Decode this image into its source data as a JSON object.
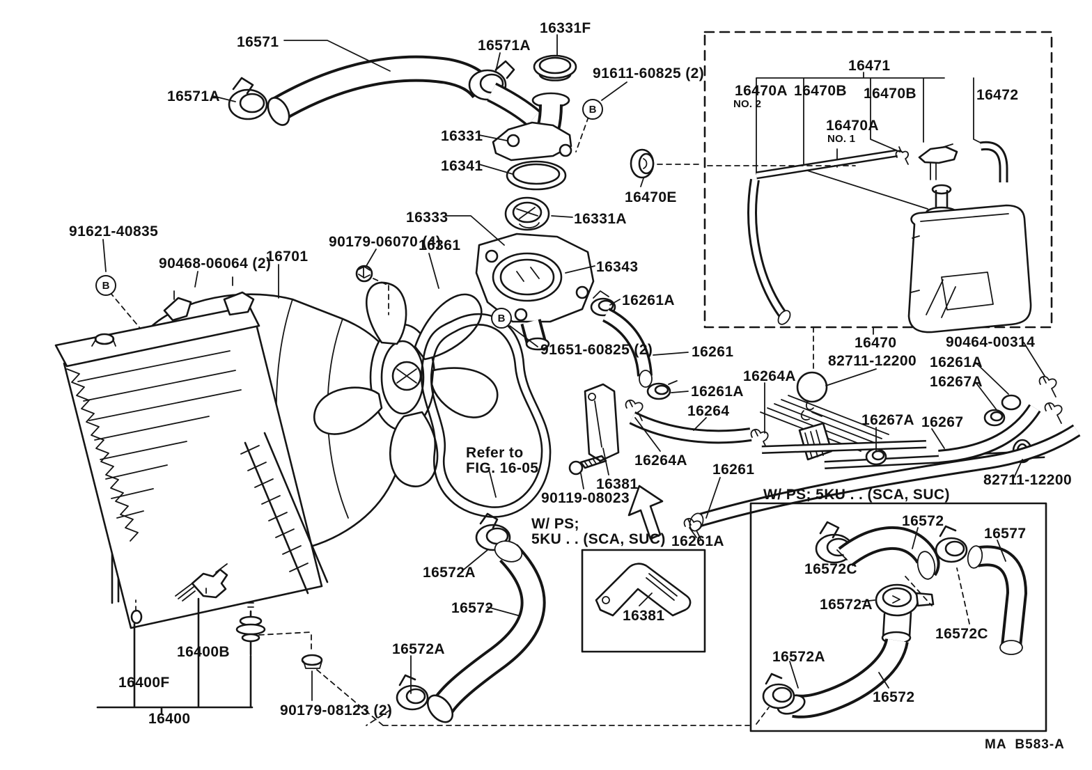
{
  "page": {
    "background": "#ffffff",
    "ink": "#151515",
    "figure_note": "Refer to\nFIG. 16-05"
  },
  "markers": {
    "b": "B"
  },
  "labels": [
    {
      "text": "16571"
    },
    {
      "text": "16571A"
    },
    {
      "text": "16331F"
    },
    {
      "text": "91611-60825 (2)"
    },
    {
      "text": "16571A"
    },
    {
      "text": "16331"
    },
    {
      "text": "16341"
    },
    {
      "text": "16470E"
    },
    {
      "text": "16333"
    },
    {
      "text": "16331A"
    },
    {
      "text": "91621-40835"
    },
    {
      "text": "90179-06070 (4)"
    },
    {
      "text": "16361"
    },
    {
      "text": "90468-06064 (2)"
    },
    {
      "text": "16701"
    },
    {
      "text": "16343"
    },
    {
      "text": "16261A"
    },
    {
      "text": "91651-60825 (2)"
    },
    {
      "text": "16261"
    },
    {
      "text": "16471"
    },
    {
      "text": "16470A"
    },
    {
      "text": "NO. 2"
    },
    {
      "text": "16470B"
    },
    {
      "text": "16470B"
    },
    {
      "text": "16472"
    },
    {
      "text": "16470A"
    },
    {
      "text": "NO. 1"
    },
    {
      "text": "16470"
    },
    {
      "text": "90464-00314"
    },
    {
      "text": "82711-12200"
    },
    {
      "text": "16261A"
    },
    {
      "text": "16267A"
    },
    {
      "text": "16264A"
    },
    {
      "text": "16261A"
    },
    {
      "text": "16264"
    },
    {
      "text": "16267A"
    },
    {
      "text": "16267"
    },
    {
      "text": "16264A"
    },
    {
      "text": "82711-12200"
    },
    {
      "text": "Refer to\nFIG. 16-05"
    },
    {
      "text": "90119-08023"
    },
    {
      "text": "16381"
    },
    {
      "text": "16261"
    },
    {
      "text": "W/ PS;\n5KU . . (SCA, SUC)"
    },
    {
      "text": "16261A"
    },
    {
      "text": "W/ PS; 5KU . . (SCA, SUC)"
    },
    {
      "text": "16572A"
    },
    {
      "text": "16572"
    },
    {
      "text": "16381"
    },
    {
      "text": "16572"
    },
    {
      "text": "16577"
    },
    {
      "text": "16572C"
    },
    {
      "text": "16572A"
    },
    {
      "text": "16572C"
    },
    {
      "text": "16572A"
    },
    {
      "text": "16400B"
    },
    {
      "text": "16400F"
    },
    {
      "text": "90179-08123 (2)"
    },
    {
      "text": "16400"
    },
    {
      "text": "16572A"
    },
    {
      "text": "16572"
    },
    {
      "text": "MA  B583-A"
    }
  ]
}
